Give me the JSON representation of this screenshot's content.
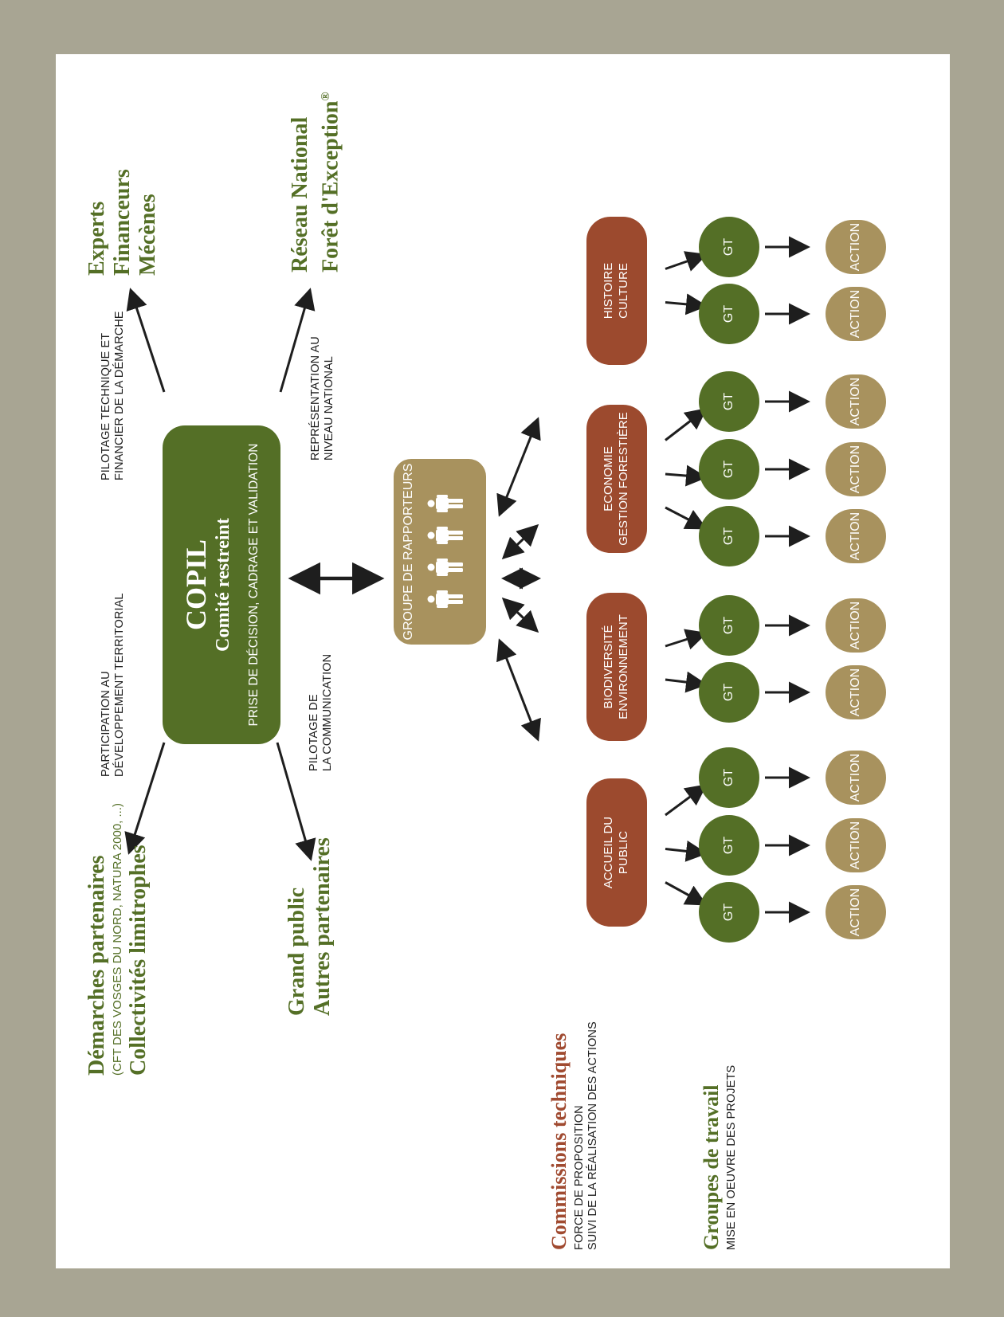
{
  "copil": {
    "title": "COPIL",
    "subtitle": "Comité restreint",
    "description": "PRISE DE DÉCISION, CADRAGE ET VALIDATION"
  },
  "external_groups": {
    "experts": [
      "Experts",
      "Financeurs",
      "Mécènes"
    ],
    "reseau": [
      "Réseau National",
      "Forêt d'Exception"
    ],
    "reseau_mark": "®",
    "demarches": {
      "line1": "Démarches partenaires",
      "line2": "(CFT DES VOSGES DU NORD, NATURA 2000, ...)",
      "line3": "Collectivités limitrophes"
    },
    "grand_public": [
      "Grand public",
      "Autres partenaires"
    ]
  },
  "link_labels": {
    "pilotage_technique": [
      "PILOTAGE TECHNIQUE ET",
      "FINANCIER DE LA DÉMARCHE"
    ],
    "representation": [
      "REPRÉSENTATION AU",
      "NIVEAU NATIONAL"
    ],
    "participation": [
      "PARTICIPATION AU",
      "DÉVELOPPEMENT TERRITORIAL"
    ],
    "pilotage_communication": [
      "PILOTAGE DE",
      "LA COMMUNICATION"
    ]
  },
  "rapporteurs": {
    "label": "GROUPE DE RAPPORTEURS",
    "person_icons": [
      "person-icon",
      "person-icon",
      "person-icon",
      "person-icon"
    ]
  },
  "commissions": [
    {
      "lines": [
        "HISTOIRE",
        "CULTURE"
      ],
      "gt_count": 2
    },
    {
      "lines": [
        "ECONOMIE",
        "GESTION FORESTIÈRE"
      ],
      "gt_count": 3
    },
    {
      "lines": [
        "BIODIVERSITÉ",
        "ENVIRONNEMENT"
      ],
      "gt_count": 2
    },
    {
      "lines": [
        "ACCUEIL DU",
        "PUBLIC"
      ],
      "gt_count": 3
    }
  ],
  "gt_label": "GT",
  "action_label": "ACTION",
  "legend": {
    "commissions": {
      "title": "Commissions techniques",
      "lines": [
        "FORCE DE PROPOSITION",
        "SUIVI DE LA RÉALISATION DES ACTIONS"
      ]
    },
    "groupes": {
      "title": "Groupes de travail",
      "lines": [
        "MISE EN OEUVRE DES PROJETS"
      ]
    }
  },
  "colors": {
    "frame": "#a8a593",
    "green": "#546f26",
    "tan": "#a8925e",
    "rust": "#9c4a2e",
    "arrow": "#1e1e1e"
  }
}
